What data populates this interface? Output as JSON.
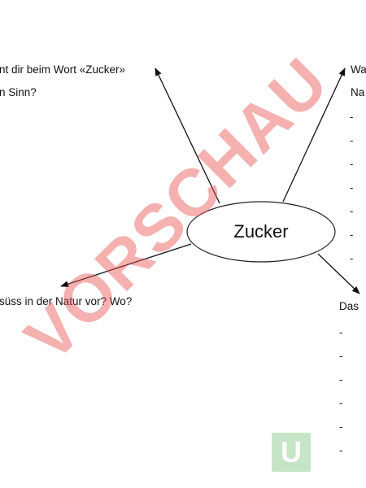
{
  "center_label": "Zucker",
  "questions": {
    "top_left_line1": "nt dir beim Wort «Zucker»",
    "top_left_line2": "n Sinn?",
    "top_right_line1": "Wa",
    "top_right_line2": "Na",
    "bottom_left": "süss in der Natur vor? Wo?",
    "bottom_right": "Das"
  },
  "answer_marker": "-",
  "watermark": "VORSCHAU",
  "logo_letter": "U",
  "colors": {
    "watermark": "#e85050",
    "logo": "#c6e4c6"
  }
}
